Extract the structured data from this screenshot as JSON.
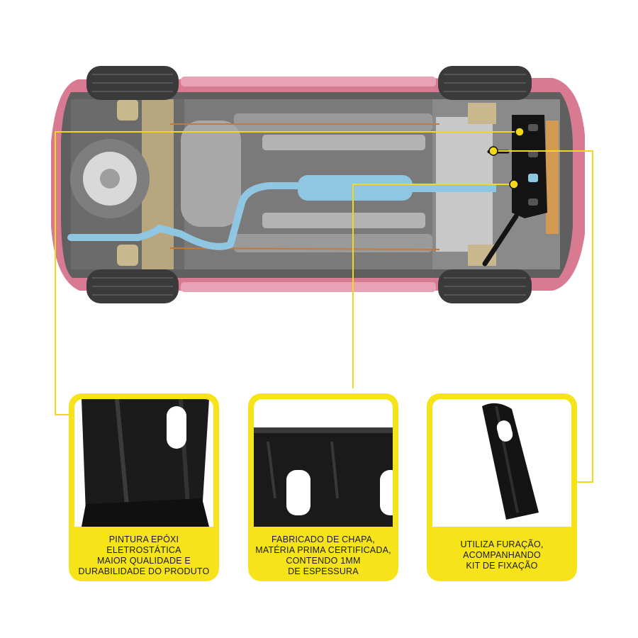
{
  "features": [
    {
      "id": "paint",
      "lines": [
        "PINTURA EPÓXI",
        "ELETROSTÁTICA",
        "MAIOR QUALIDADE E",
        "DURABILIDADE DO PRODUTO"
      ]
    },
    {
      "id": "material",
      "lines": [
        "FABRICADO DE CHAPA,",
        "MATÉRIA PRIMA CERTIFICADA,",
        "CONTENDO 1MM",
        "DE ESPESSURA"
      ]
    },
    {
      "id": "fixing",
      "lines": [
        "UTILIZA FURAÇÃO,",
        "ACOMPANHANDO",
        "KIT DE FIXAÇÃO"
      ]
    }
  ],
  "colors": {
    "accent_yellow": "#f7e31a",
    "car_body": "#d97a93",
    "exhaust": "#8fc6e2",
    "plate": "#141414"
  }
}
